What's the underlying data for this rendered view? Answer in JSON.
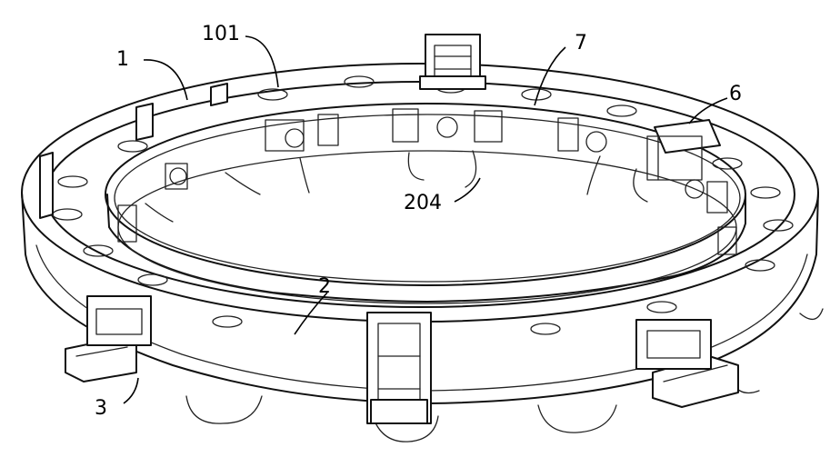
{
  "labels": {
    "ring_outer": "1",
    "hole": "101",
    "inner_ring": "2",
    "clamp": "3",
    "fin": "204",
    "bracket": "6",
    "inner_wall": "7"
  },
  "colors": {
    "line": "#111111",
    "background": "#ffffff"
  }
}
